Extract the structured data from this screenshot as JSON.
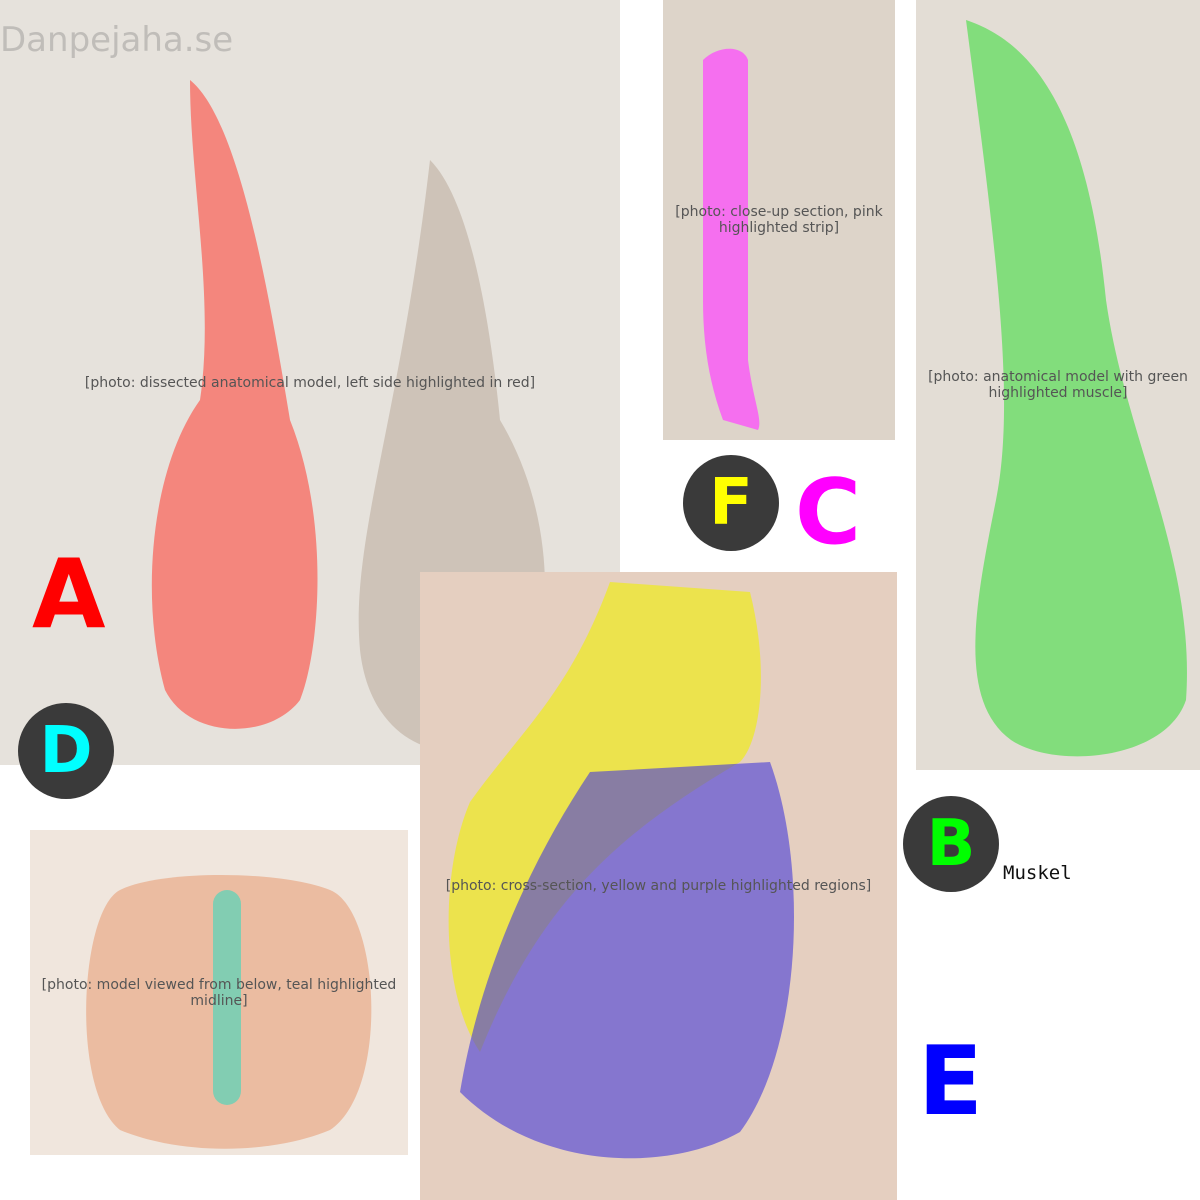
{
  "watermark": "Danpejaha.se",
  "panels": [
    {
      "id": "A",
      "placeholder": "[photo: dissected anatomical model, left side highlighted in red]"
    },
    {
      "id": "C",
      "placeholder": "[photo: close-up section, pink highlighted strip]"
    },
    {
      "id": "B",
      "placeholder": "[photo: anatomical model with green highlighted muscle]"
    },
    {
      "id": "D",
      "placeholder": "[photo: model viewed from below, teal highlighted midline]"
    },
    {
      "id": "E",
      "placeholder": "[photo: cross-section, yellow and purple highlighted regions]"
    }
  ],
  "labels": {
    "A": {
      "text": "A",
      "color": "#ff0000"
    },
    "C": {
      "text": "C",
      "color": "#ff00ff"
    },
    "F": {
      "text": "F",
      "color": "#ffff00"
    },
    "D": {
      "text": "D",
      "color": "#00ffff"
    },
    "B": {
      "text": "B",
      "color": "#00ff00"
    },
    "E": {
      "text": "E",
      "color": "#0000ff"
    }
  },
  "caption_B": "Muskel",
  "colors": {
    "red_highlight": "#ff3b30",
    "pink_highlight": "#ff44ff",
    "green_highlight": "#33dd33",
    "teal_highlight": "#5fd3b8",
    "yellow_highlight": "#f0f000",
    "purple_highlight": "#4b3fd8"
  }
}
